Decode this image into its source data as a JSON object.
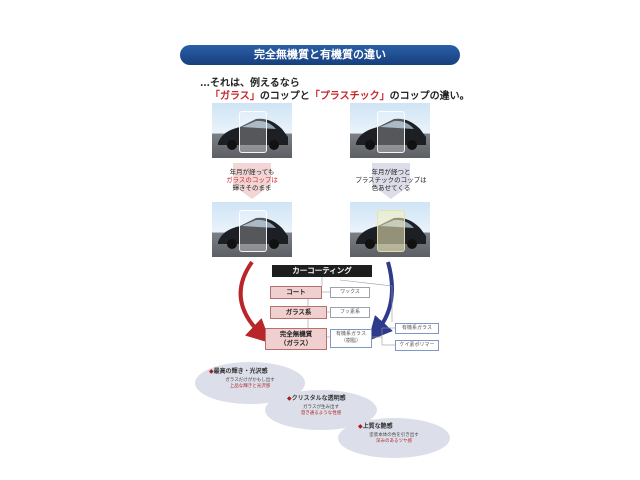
{
  "banner": {
    "title": "完全無機質と有機質の違い"
  },
  "intro": {
    "line1": "…それは、例えるなら",
    "q1_open": "「",
    "q1_word": "ガラス",
    "q1_close": "」",
    "mid": "のコップと",
    "q2_open": "「",
    "q2_word": "プラスチック",
    "q2_close": "」",
    "end": "のコップの違い。"
  },
  "notes": {
    "left_l1": "年月が経っても",
    "left_l2": "ガラスのコップは",
    "left_l3": "輝きそのまま",
    "right_l1": "年月が経つと",
    "right_l2": "プラスチックのコップは",
    "right_l3": "色あせてくる"
  },
  "diagram": {
    "header": "カーコーティング",
    "coat": "コート",
    "wax": "ワックス",
    "glass_type": "ガラス系",
    "fluorine": "フッ素系",
    "inorganic_l1": "完全無機質",
    "inorganic_l2": "（ガラス）",
    "organic_l1": "有機系ガラス",
    "organic_l2": "（樹脂）",
    "organic_glass": "有機系ガラス",
    "silicone": "ケイ素ポリマー"
  },
  "features": [
    {
      "diamond": "◆",
      "title": "最高の輝き・光沢感",
      "l1": "ガラスだけがかもし出す",
      "l2": "上品な輝きと光沢感"
    },
    {
      "diamond": "◆",
      "title": "クリスタルな透明感",
      "l1": "ガラスが生み出す",
      "l2": "澄き通るような性感"
    },
    {
      "diamond": "◆",
      "title": "上質な艶感",
      "l1": "塗装本体の色を引き出す",
      "l2": "深みのあるツヤ感"
    }
  ],
  "colors": {
    "banner": "#1f4f93",
    "accent_red": "#c8262a",
    "arrow_red": "#b8262a",
    "arrow_blue": "#2e3a8c",
    "pink_box": "#f0cfcf"
  }
}
